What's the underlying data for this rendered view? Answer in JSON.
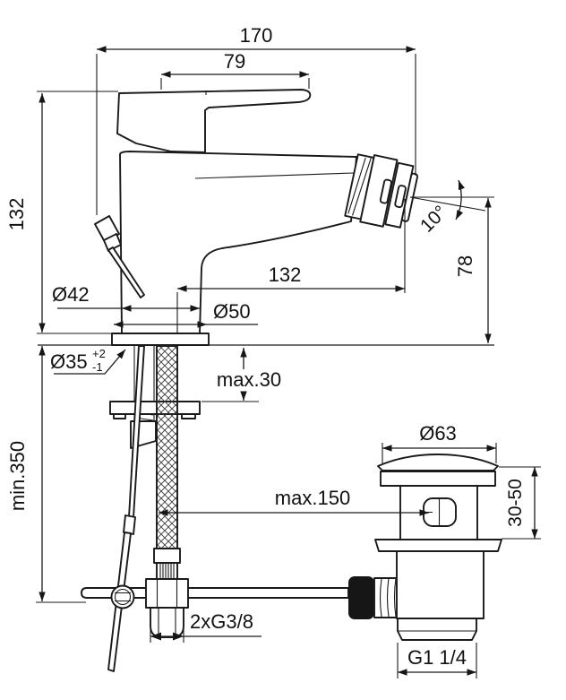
{
  "drawing": {
    "background": "#ffffff",
    "line_color": "#1a1a1a",
    "dimensions": {
      "total_length": "170",
      "handle_length": "79",
      "height_above_deck": "132",
      "spout_projection": "132",
      "spout_angle": "10°",
      "outlet_height_above_deck": "78",
      "body_diameter": "Ø42",
      "base_diameter": "Ø50",
      "mounting_hole_diameter": "Ø35",
      "mounting_hole_tol_plus": "+2",
      "mounting_hole_tol_minus": "-1",
      "max_deck_thickness": "max.30",
      "min_hose_length": "min.350",
      "max_drain_offset": "max.150",
      "drain_cap_diameter": "Ø63",
      "drain_height_range": "30-50",
      "supply_connection_thread": "2xG3/8",
      "drain_thread": "G1 1/4"
    }
  }
}
